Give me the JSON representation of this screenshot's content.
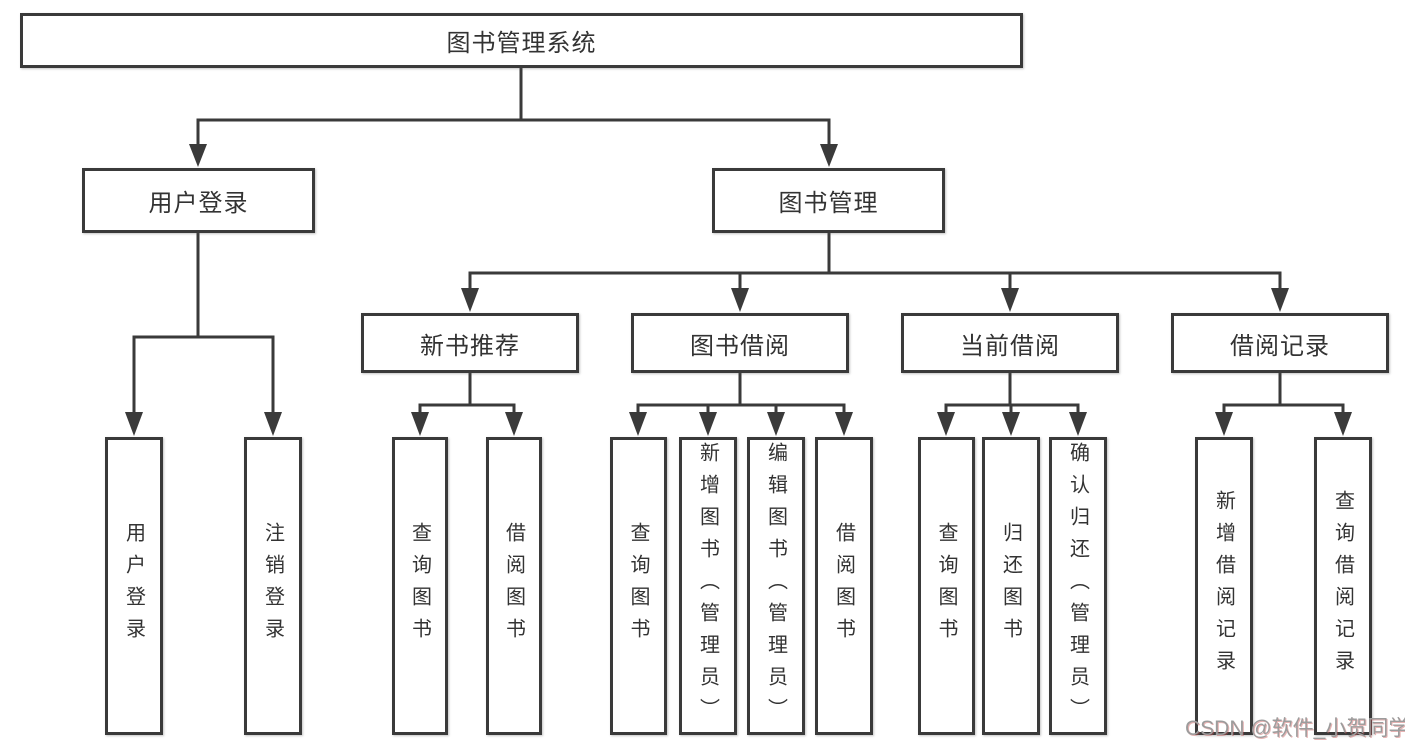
{
  "diagram": {
    "root": {
      "label": "图书管理系统"
    },
    "level2": [
      {
        "label": "用户登录"
      },
      {
        "label": "图书管理"
      }
    ],
    "level3": [
      {
        "label": "新书推荐",
        "parent": "图书管理"
      },
      {
        "label": "图书借阅",
        "parent": "图书管理"
      },
      {
        "label": "当前借阅",
        "parent": "图书管理"
      },
      {
        "label": "借阅记录",
        "parent": "图书管理"
      }
    ],
    "leaves": [
      {
        "label": "用户登录",
        "parent": "用户登录"
      },
      {
        "label": "注销登录",
        "parent": "用户登录"
      },
      {
        "label": "查询图书",
        "parent": "新书推荐"
      },
      {
        "label": "借阅图书",
        "parent": "新书推荐"
      },
      {
        "label": "查询图书",
        "parent": "图书借阅"
      },
      {
        "label": "新增图书（管理员）",
        "parent": "图书借阅"
      },
      {
        "label": "编辑图书（管理员）",
        "parent": "图书借阅"
      },
      {
        "label": "借阅图书",
        "parent": "图书借阅"
      },
      {
        "label": "查询图书",
        "parent": "当前借阅"
      },
      {
        "label": "归还图书",
        "parent": "当前借阅"
      },
      {
        "label": "确认归还（管理员）",
        "parent": "当前借阅"
      },
      {
        "label": "新增借阅记录",
        "parent": "借阅记录"
      },
      {
        "label": "查询借阅记录",
        "parent": "借阅记录"
      }
    ]
  },
  "watermark": {
    "text": "CSDN @软件_小贺同学"
  },
  "colors": {
    "line": "#3a3a3a",
    "box_border": "#3a3a3a",
    "box_background": "#ffffff",
    "text": "#333333",
    "watermark_gray": "#9c9c9c",
    "watermark_red_shadow": "#c75656",
    "page_background": "#ffffff"
  }
}
